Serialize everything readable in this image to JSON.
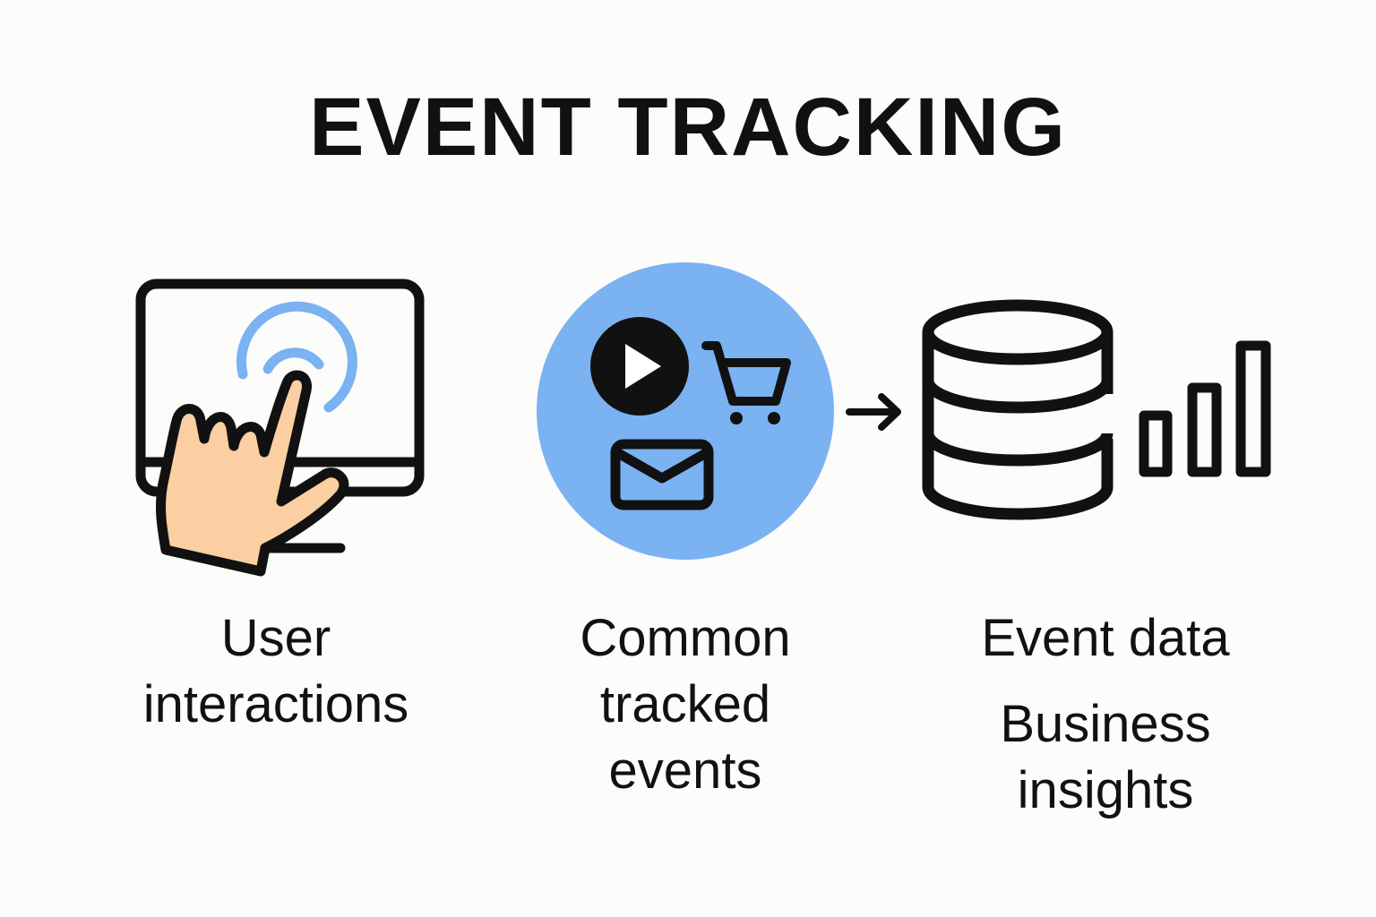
{
  "title": "EVENT TRACKING",
  "steps": [
    {
      "icon": "touch-screen-icon",
      "caption_lines": [
        "User",
        "interactions"
      ]
    },
    {
      "icon": "event-types-circle-icon",
      "caption_lines": [
        "Common",
        "tracked",
        "events"
      ]
    },
    {
      "icon": "database-icon",
      "caption_lines": [
        "Event data"
      ]
    },
    {
      "icon": "bar-chart-icon",
      "caption_lines": [
        "Business",
        "insights"
      ]
    }
  ],
  "colors": {
    "accent_blue": "#7ab2f2",
    "hand_skin": "#fbcfa1",
    "ink": "#111111",
    "background": "#fcfcfa"
  }
}
